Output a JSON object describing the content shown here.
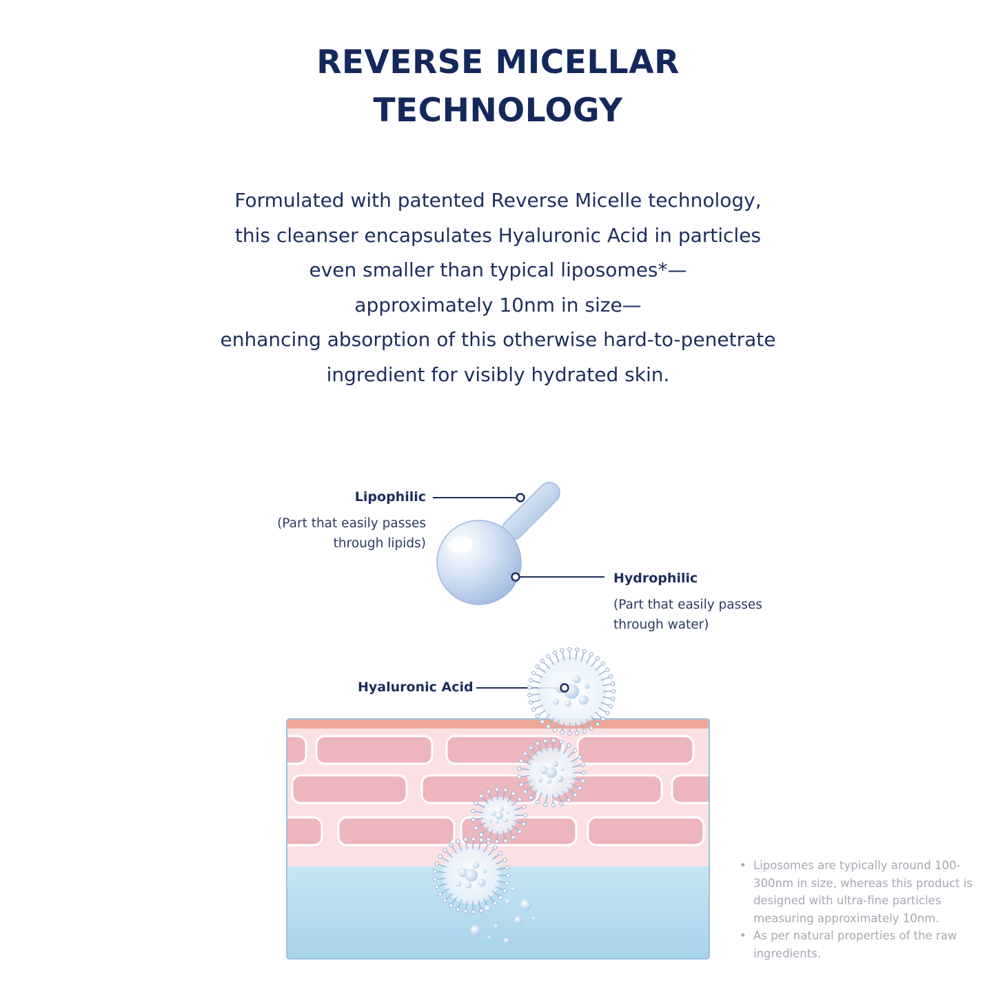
{
  "title": {
    "line1": "REVERSE MICELLAR",
    "line2": "TECHNOLOGY"
  },
  "description": {
    "lines": [
      "Formulated with patented Reverse Micelle technology,",
      "this cleanser encapsulates Hyaluronic Acid in particles",
      "even smaller than typical liposomes*—",
      "approximately 10nm in size—",
      "enhancing absorption of this otherwise hard-to-penetrate",
      "ingredient for visibly hydrated skin."
    ]
  },
  "diagram": {
    "lipophilic": {
      "label": "Lipophilic",
      "line1": "(Part that easily passes",
      "line2": "through lipids)"
    },
    "hydrophilic": {
      "label": "Hydrophilic",
      "line1": "(Part that easily passes",
      "line2": "through water)"
    },
    "hyaluronic": {
      "label": "Hyaluronic Acid"
    }
  },
  "footnotes": [
    "Liposomes are typically around 100-300nm in size, whereas this product is designed with ultra-fine particles measuring approximately 10nm.",
    "As per natural properties of the raw ingredients."
  ],
  "colors": {
    "navy": "#14285c",
    "skin_top": "#f0a898",
    "skin_bg": "#fbe1e4",
    "skin_cell": "#edb5bc",
    "dermis": "#bfe3f1",
    "bubble": "#b8d3ee",
    "footnote": "#a4a8b2"
  }
}
